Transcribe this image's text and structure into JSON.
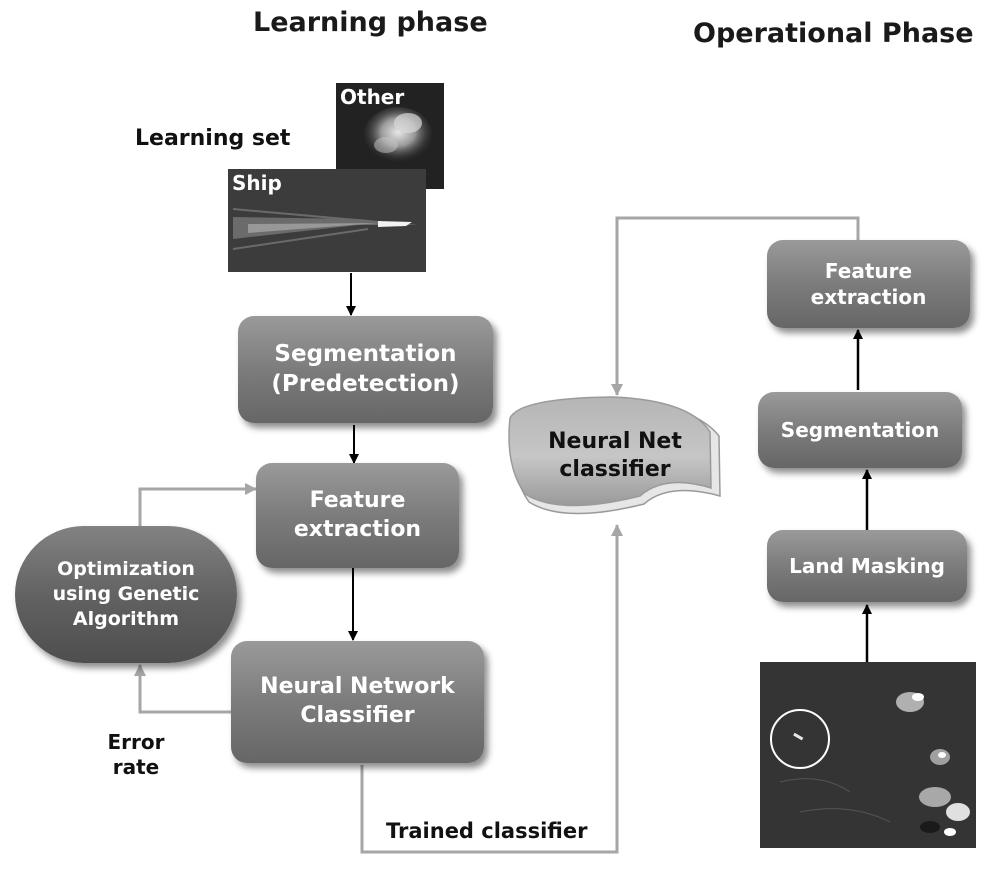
{
  "titles": {
    "learning": "Learning phase",
    "operational": "Operational Phase"
  },
  "learning": {
    "set_label": "Learning set",
    "image_other_label": "Other",
    "image_ship_label": "Ship",
    "segmentation": [
      "Segmentation",
      "(Predetection)"
    ],
    "feature_extraction": [
      "Feature",
      "extraction"
    ],
    "optimization": [
      "Optimization",
      "using Genetic",
      "Algorithm"
    ],
    "nn_classifier": [
      "Neural Network",
      "Classifier"
    ],
    "error_rate": [
      "Error",
      "rate"
    ],
    "trained_classifier": "Trained classifier"
  },
  "center": {
    "nn_net_classifier": [
      "Neural Net",
      "classifier"
    ]
  },
  "operational": {
    "feature_extraction": [
      "Feature",
      "extraction"
    ],
    "segmentation": "Segmentation",
    "land_masking": "Land Masking"
  },
  "colors": {
    "box_gradient_top": "#9a9a9a",
    "box_gradient_bottom": "#666666",
    "feedback_line": "#a6a6a6",
    "arrow": "#000000"
  }
}
